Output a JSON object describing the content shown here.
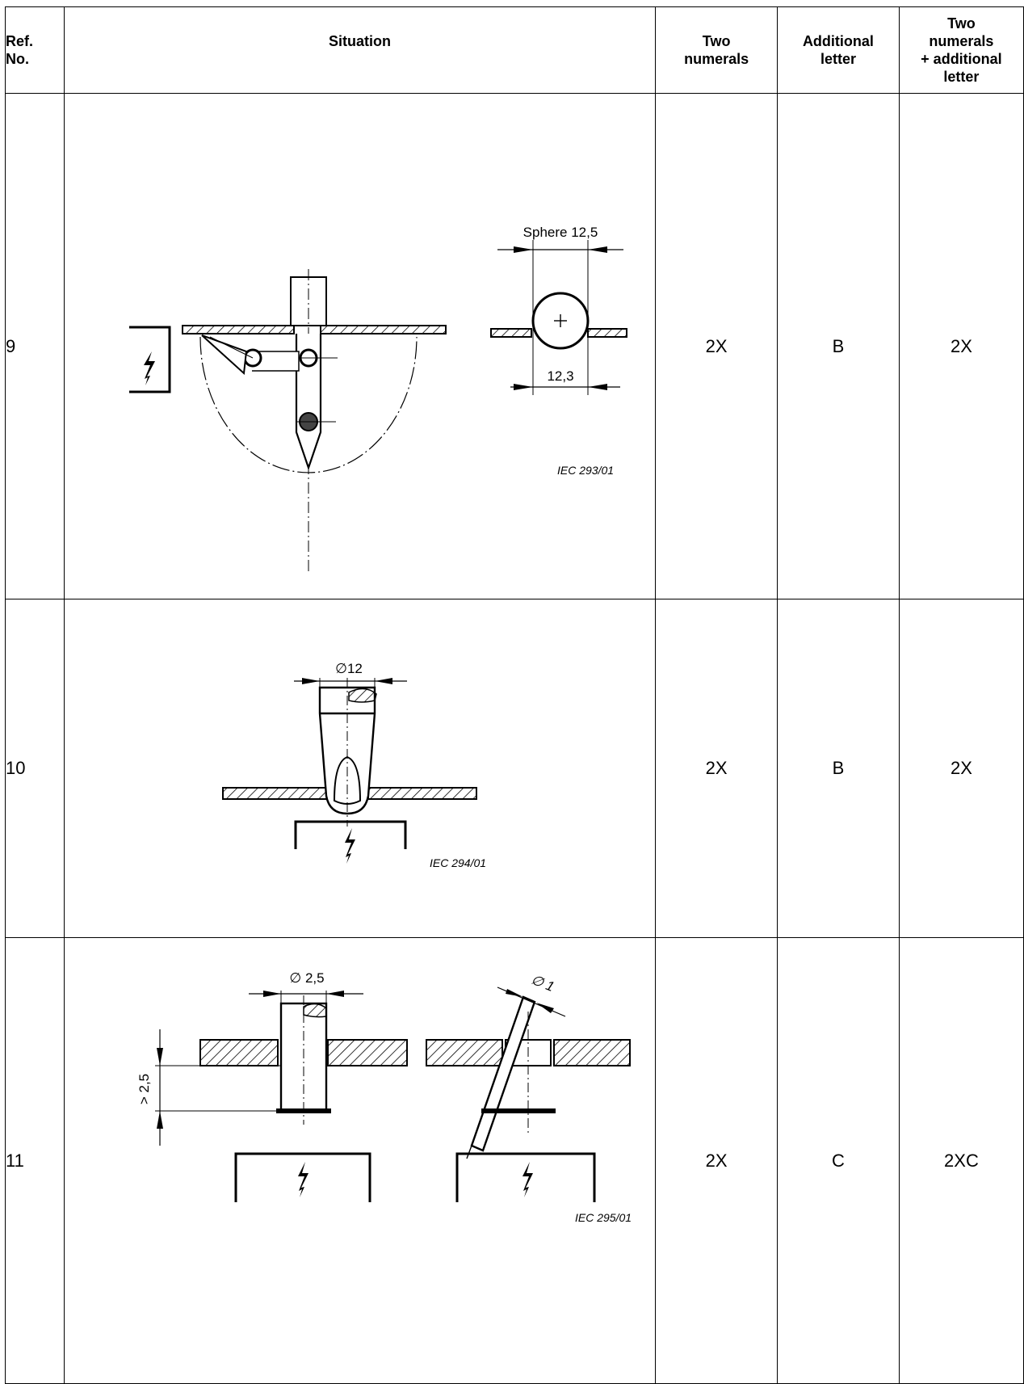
{
  "headers": {
    "ref": [
      "Ref.",
      "No."
    ],
    "situation": "Situation",
    "two_numerals": [
      "Two",
      "numerals"
    ],
    "additional_letter": [
      "Additional",
      "letter"
    ],
    "combined": [
      "Two",
      "numerals",
      "+ additional",
      "letter"
    ]
  },
  "rows": [
    {
      "ref": "9",
      "two_numerals": "2X",
      "additional_letter": "B",
      "combined": "2X",
      "labels": {
        "sphere": "Sphere 12,5",
        "dim": "12,3",
        "iec": "IEC   293/01"
      }
    },
    {
      "ref": "10",
      "two_numerals": "2X",
      "additional_letter": "B",
      "combined": "2X",
      "labels": {
        "dia": "∅12",
        "iec": "IEC   294/01"
      }
    },
    {
      "ref": "11",
      "two_numerals": "2X",
      "additional_letter": "C",
      "combined": "2XC",
      "labels": {
        "dia": "∅ 2,5",
        "dia2": "∅ 1",
        "depth": "> 2,5",
        "iec": "IEC   295/01"
      }
    }
  ]
}
